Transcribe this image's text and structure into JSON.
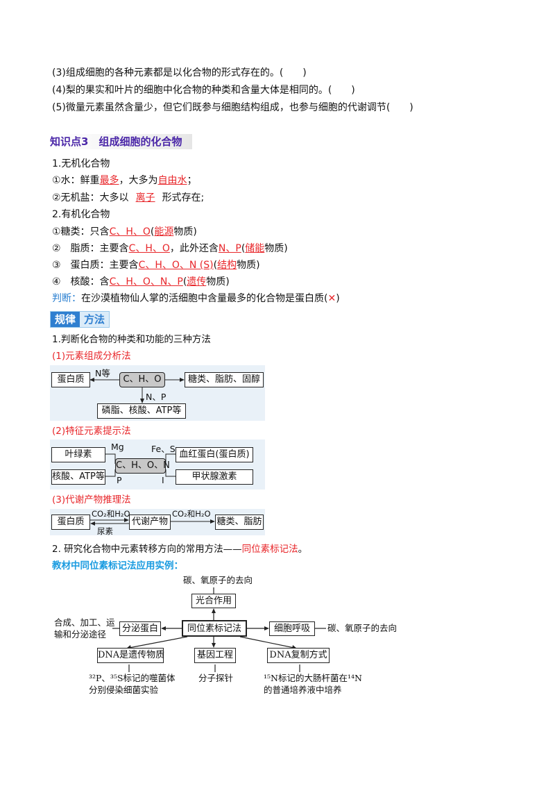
{
  "judgments": [
    "(3)组成细胞的各种元素都是以化合物的形式存在的。(　　)",
    "(4)梨的果实和叶片的细胞中化合物的种类和含量大体是相同的。(　　)",
    "(5)微量元素虽然含量少，但它们既参与细胞结构组成，也参与细胞的代谢调节(　　)"
  ],
  "kp3": {
    "title": "知识点3　组成细胞的化合物",
    "inorganic_heading": "1.无机化合物",
    "water_prefix": "①水：鲜重",
    "water_ans1": "最多",
    "water_mid": "，大多为",
    "water_ans2": "自由水",
    "water_end": "；",
    "salt_prefix": "②无机盐：大多以",
    "salt_ans": "离子",
    "salt_end": "形式存在;",
    "organic_heading": "2.有机化合物",
    "sugar_prefix": "①糖类：只含",
    "sugar_elem": "C、H、O",
    "sugar_open": "(",
    "sugar_func": "能源",
    "sugar_end": "物质)",
    "lipid_prefix": "②　脂质：主要含",
    "lipid_elem": "C、H、O",
    "lipid_mid": "，此外还含",
    "lipid_extra": "N、P",
    "lipid_open": "(",
    "lipid_func": "储能",
    "lipid_end": "物质)",
    "protein_prefix": "③　蛋白质：主要含",
    "protein_elem": "C、H、O、N (S)",
    "protein_open": "(",
    "protein_func": "结构",
    "protein_end": "物质)",
    "nucleic_prefix": "④　核酸：含",
    "nucleic_elem": "C、H、O、N、P",
    "nucleic_open": "(",
    "nucleic_func": "遗传",
    "nucleic_end": "物质)",
    "judge_label": "判断：",
    "judge_text": "在沙漠植物仙人掌的活细胞中含量最多的化合物是蛋白质(",
    "judge_mark": "✕",
    "judge_end": ")"
  },
  "badge": {
    "part1": "规律",
    "part2": "方法"
  },
  "methods": {
    "heading1": "1.判断化合物的种类和功能的三种方法",
    "m1_title": "(1)元素组成分析法",
    "m1": {
      "protein": "蛋白质",
      "n_etc": "N等",
      "center": "C、H、O",
      "sugars": "糖类、脂肪、固醇",
      "np": "N、P",
      "phospho": "磷脂、核酸、ATP等"
    },
    "m2_title": "(2)特征元素提示法",
    "m2": {
      "chloro": "叶绿素",
      "mg": "Mg",
      "center": "C、H、O、N",
      "fes": "Fe、S",
      "hemo": "血红蛋白(蛋白质)",
      "nucleic": "核酸、ATP等",
      "p": "P",
      "i": "I",
      "thyroxine": "甲状腺激素"
    },
    "m3_title": "(3)代谢产物推理法",
    "m3": {
      "protein": "蛋白质",
      "co2_1": "CO₂和H₂O",
      "urea": "尿素",
      "product": "代谢产物",
      "co2_2": "CO₂和H₂O",
      "sugars": "糖类、脂肪"
    },
    "heading2_prefix": "2.  研究化合物中元素转移方向的常用方法——",
    "heading2_ans": "同位素标记法",
    "heading2_end": "。"
  },
  "isotope": {
    "title": "教材中同位素标记法应用实例：",
    "top_caption": "碳、氧原子的去向",
    "photo": "光合作用",
    "center": "同位素标记法",
    "secrete": "分泌蛋白",
    "left_caption_1": "合成、加工、运",
    "left_caption_2": "输和分泌途径",
    "respiration": "细胞呼吸",
    "right_caption": "碳、氧原子的去向",
    "dna_genetic": "DNA是遗传物质",
    "gene_eng": "基因工程",
    "dna_rep": "DNA复制方式",
    "cap1_line1": "³²P、³⁵S标记的噬菌体",
    "cap1_line2": "分别侵染细菌实验",
    "cap2": "分子探针",
    "cap3_line1": "¹⁵N标记的大肠杆菌在¹⁴N",
    "cap3_line2": "的普通培养液中培养"
  }
}
